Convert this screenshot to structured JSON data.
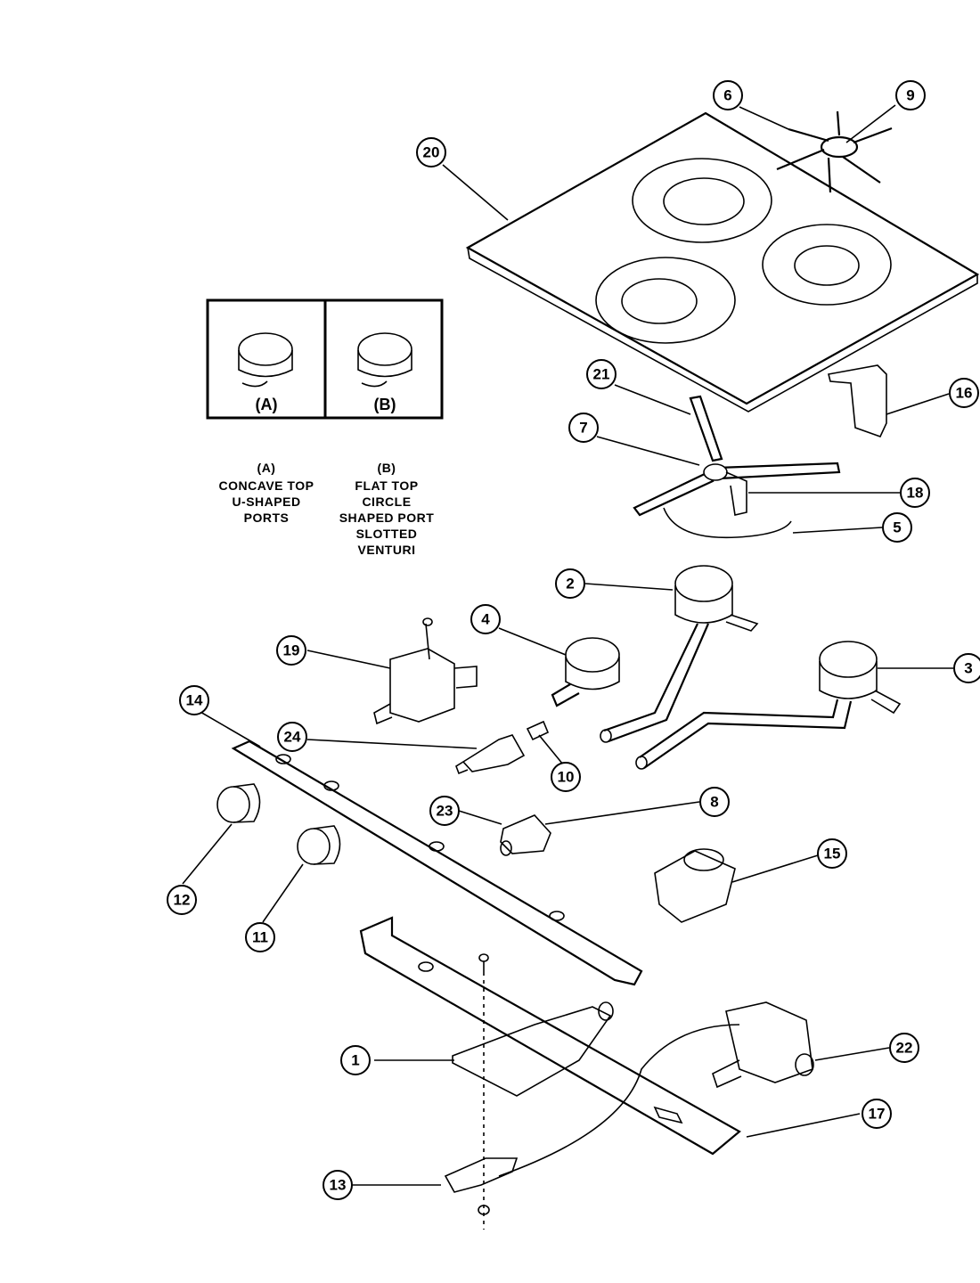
{
  "callouts": [
    "1",
    "2",
    "3",
    "4",
    "5",
    "6",
    "7",
    "8",
    "9",
    "10",
    "11",
    "12",
    "13",
    "14",
    "15",
    "16",
    "17",
    "18",
    "19",
    "20",
    "21",
    "22",
    "23",
    "24"
  ],
  "inset": {
    "label_a": "(A)",
    "label_b": "(B)"
  },
  "captions": {
    "a": [
      "(A)",
      "CONCAVE TOP",
      "U-SHAPED",
      "PORTS"
    ],
    "b": [
      "(B)",
      "FLAT TOP",
      "CIRCLE",
      "SHAPED PORT",
      "SLOTTED",
      "VENTURI"
    ]
  }
}
